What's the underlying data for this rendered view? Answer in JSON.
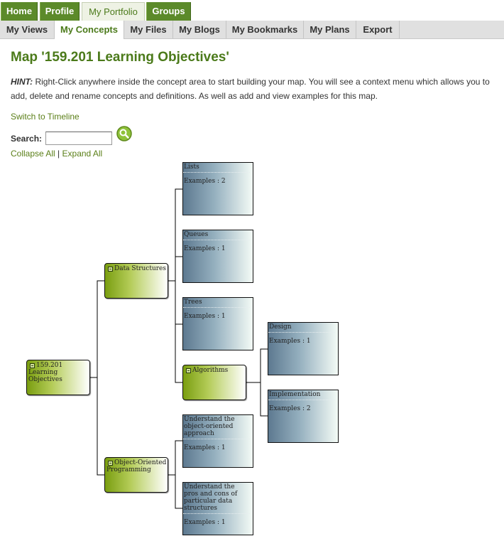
{
  "nav": {
    "main": [
      {
        "label": "Home"
      },
      {
        "label": "Profile"
      },
      {
        "label": "My Portfolio"
      },
      {
        "label": "Groups"
      }
    ],
    "sub": [
      {
        "label": "My Views"
      },
      {
        "label": "My Concepts"
      },
      {
        "label": "My Files"
      },
      {
        "label": "My Blogs"
      },
      {
        "label": "My Bookmarks"
      },
      {
        "label": "My Plans"
      },
      {
        "label": "Export"
      }
    ]
  },
  "page": {
    "title": "Map '159.201 Learning Objectives'",
    "hint_label": "HINT:",
    "hint_text": " Right-Click anywhere inside the concept area to start building your map. You will see a context menu which allows you to add, delete and rename concepts and definitions. As well as add and view examples for this map.",
    "switch_timeline": "Switch to Timeline",
    "search_label": "Search:",
    "search_value": "",
    "collapse_all": "Collapse All",
    "separator": "|",
    "expand_all": "Expand All"
  },
  "map": {
    "root": "159.201 Learning Objectives",
    "data_structures": "Data Structures",
    "oop": "Object-Oriented Programming",
    "algorithms": "Algorithms",
    "lists": {
      "title": "Lists",
      "examples": "Examples : 2"
    },
    "queues": {
      "title": "Queues",
      "examples": "Examples : 1"
    },
    "trees": {
      "title": "Trees",
      "examples": "Examples : 1"
    },
    "design": {
      "title": "Design",
      "examples": "Examples : 1"
    },
    "implementation": {
      "title": "Implementation",
      "examples": "Examples : 2"
    },
    "oop_approach": {
      "title": "Understand the object-oriented approach",
      "examples": "Examples : 1"
    },
    "pros_cons": {
      "title": "Understand the pros and cons of particular data structures",
      "examples": "Examples : 1"
    }
  },
  "colors": {
    "accent": "#4b7a1a",
    "nav_green": "#5c8a2a",
    "concept_green": "#7a9e10",
    "definition_blue": "#5d7990"
  },
  "icons": {
    "search_button": "magnifier-icon",
    "node_toggle": "collapse-toggle-icon"
  }
}
